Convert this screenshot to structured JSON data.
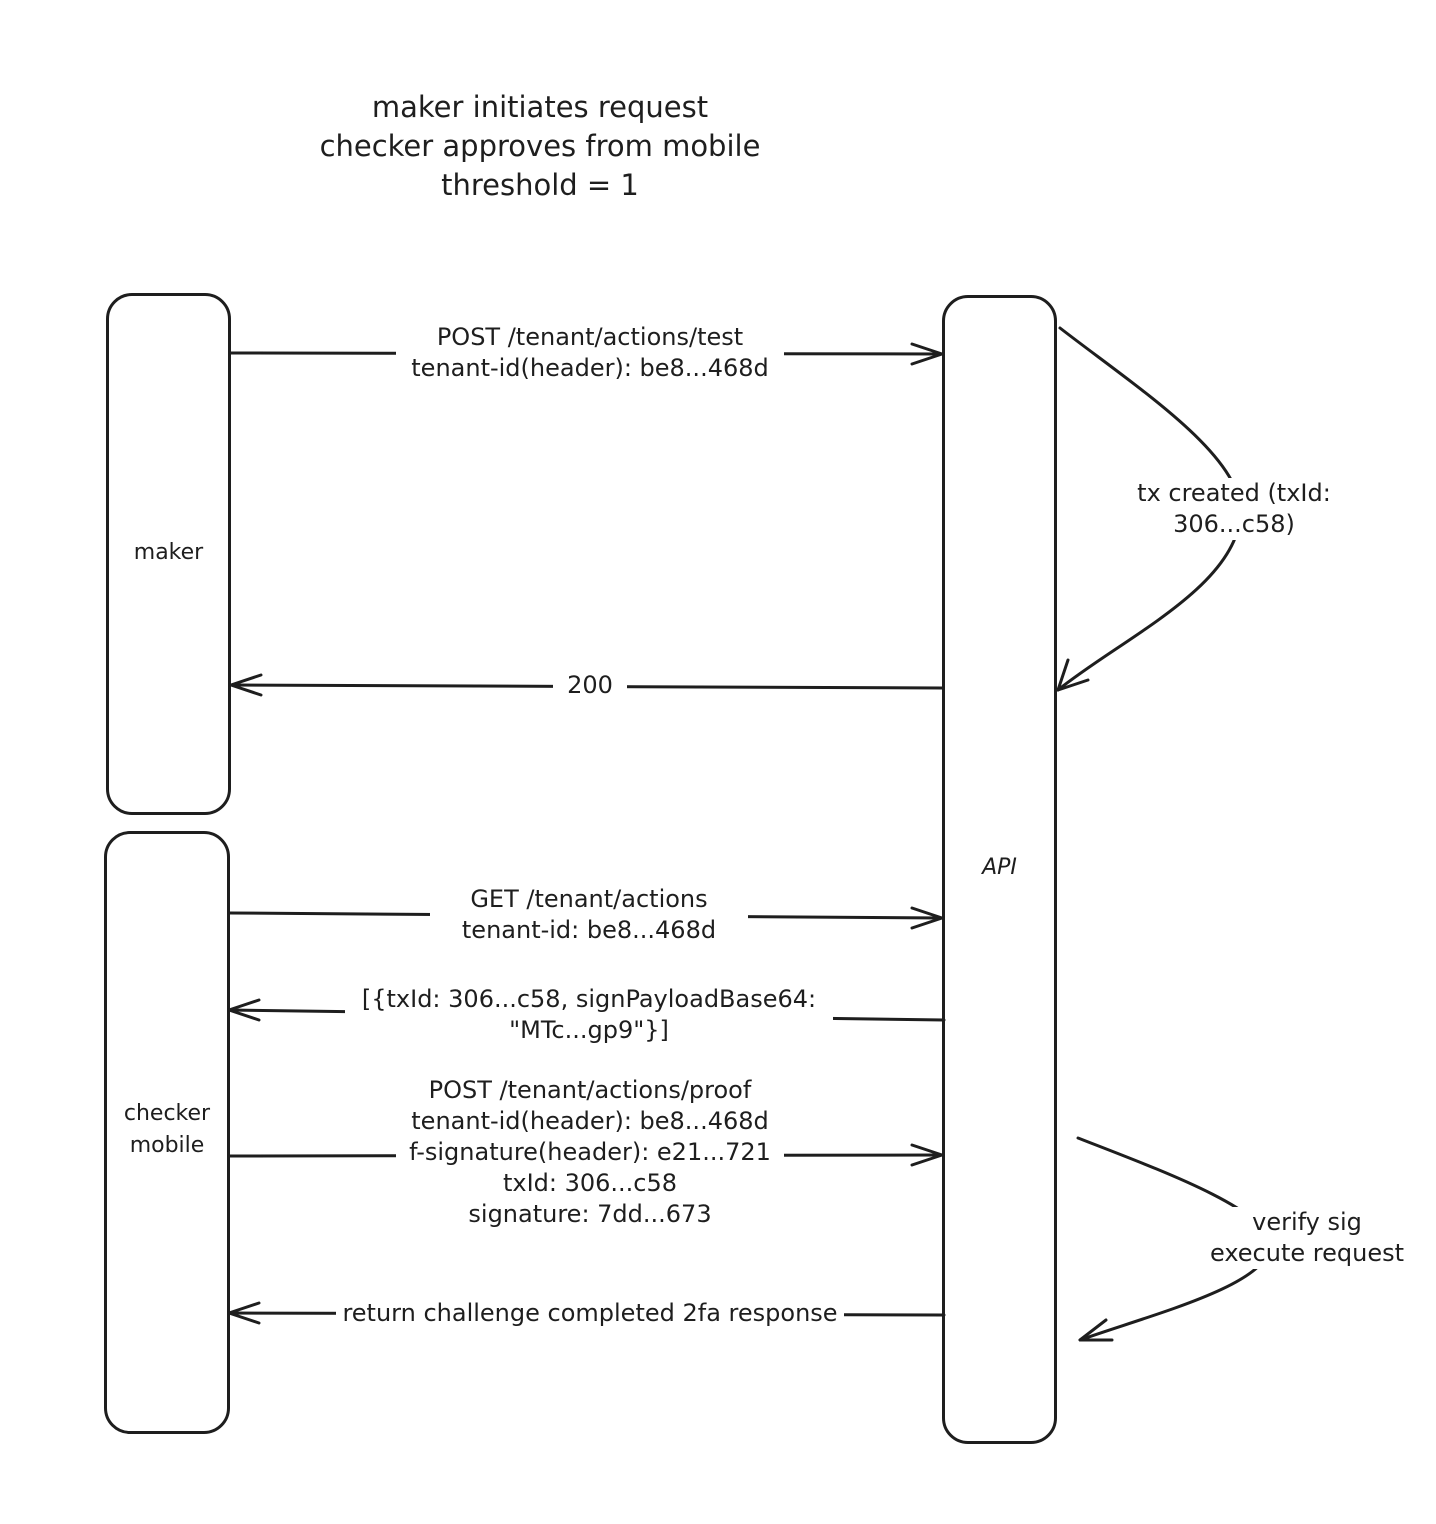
{
  "title": {
    "lines": [
      "maker initiates request",
      "checker approves from mobile",
      "threshold = 1"
    ]
  },
  "actors": {
    "maker": "maker",
    "checker": [
      "checker",
      "mobile"
    ],
    "api": "API"
  },
  "messages": {
    "post_test": [
      "POST /tenant/actions/test",
      "tenant-id(header): be8...468d"
    ],
    "resp_200": "200",
    "get_actions": [
      "GET /tenant/actions",
      "tenant-id: be8...468d"
    ],
    "list_resp": [
      "[{txId: 306...c58, signPayloadBase64:",
      "\"MTc...gp9\"}]"
    ],
    "post_proof": [
      "POST /tenant/actions/proof",
      "tenant-id(header): be8...468d",
      "f-signature(header): e21...721",
      "txId: 306...c58",
      "signature: 7dd...673"
    ],
    "challenge_resp": "return challenge completed 2fa response"
  },
  "notes": {
    "tx_created": [
      "tx created (txId:",
      "306...c58)"
    ],
    "verify": [
      "verify sig",
      "execute request"
    ]
  },
  "colors": {
    "stroke": "#1e1e1e",
    "background": "#ffffff"
  }
}
